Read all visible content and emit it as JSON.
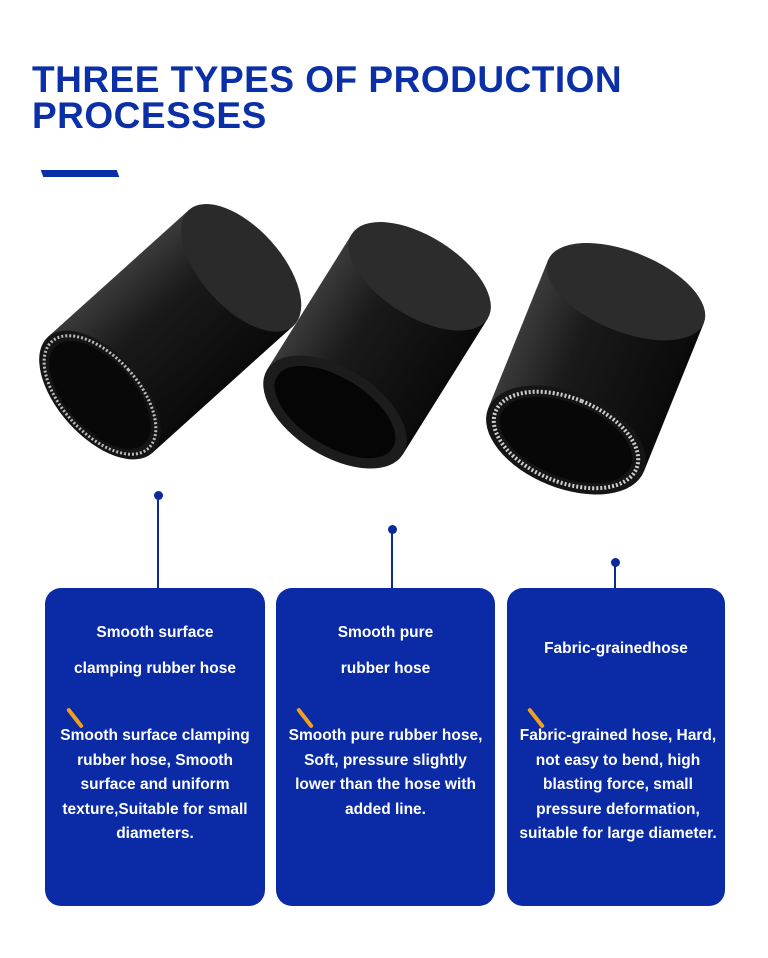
{
  "title": {
    "line1": "THREE TYPES OF PRODUCTION",
    "line2": "PROCESSES"
  },
  "cards": [
    {
      "name_line1": "Smooth surface",
      "name_line2": "clamping rubber hose",
      "desc": "Smooth surface clamping rubber hose, Smooth surface and uniform texture,Suitable for small diameters.",
      "icon": "pencil-icon"
    },
    {
      "name_line1": "Smooth pure",
      "name_line2": "rubber hose",
      "desc": "Smooth pure rubber hose, Soft, pressure slightly lower than the hose with added line.",
      "icon": "pencil-icon"
    },
    {
      "name_line1": "Fabric-grainedhose",
      "desc": "Fabric-grained hose, Hard, not easy to bend, high blasting force, small pressure deformation, suitable for large diameter.",
      "icon": "pencil-icon"
    }
  ],
  "colors": {
    "brand_blue": "#0a2ba5",
    "accent_orange": "#f0a020"
  }
}
